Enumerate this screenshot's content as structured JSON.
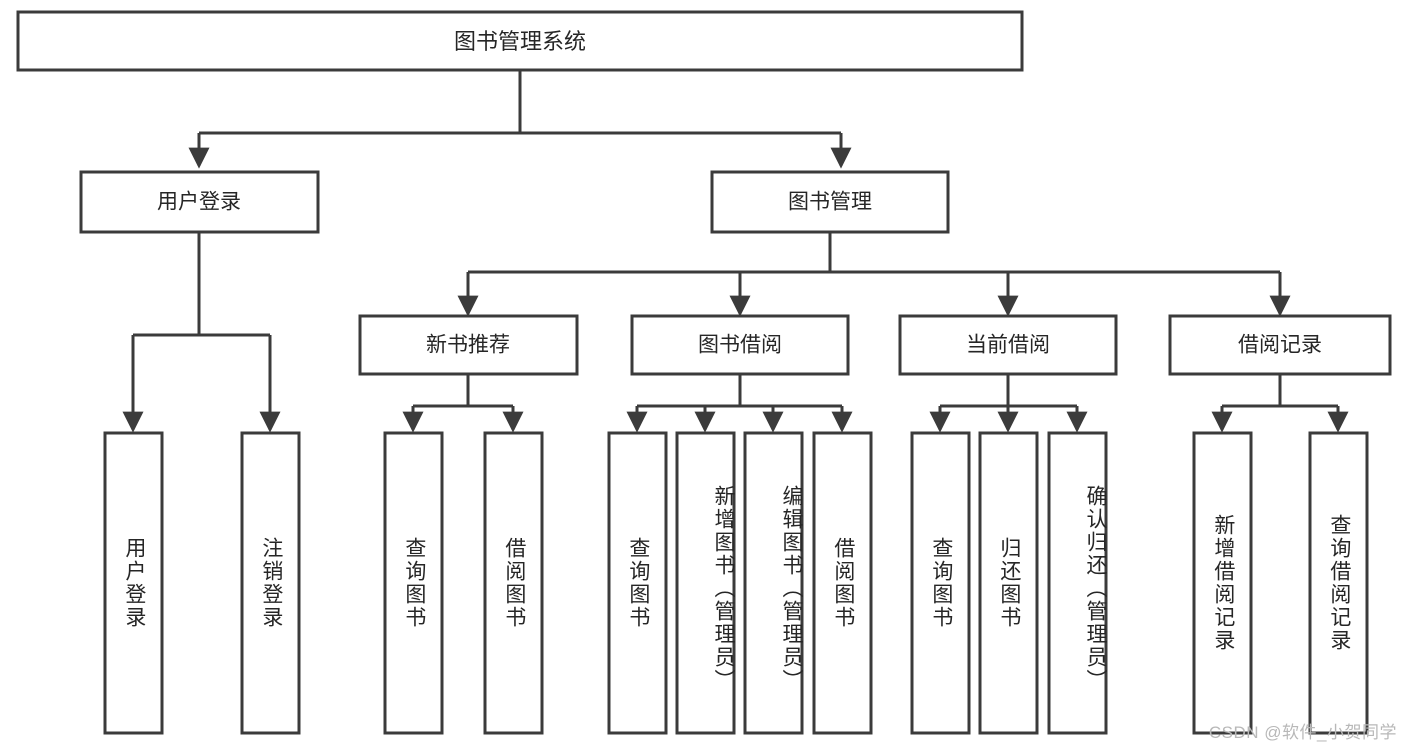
{
  "diagram": {
    "type": "tree-hierarchy-chart",
    "title": "图书管理系统",
    "background_color": "#ffffff",
    "line_color": "#3b3b3b",
    "text_color": "#262626",
    "levels": {
      "level1": [
        {
          "id": "root",
          "label": "图书管理系统"
        }
      ],
      "level2": [
        {
          "id": "user-login",
          "label": "用户登录",
          "parent": "root"
        },
        {
          "id": "book-manage",
          "label": "图书管理",
          "parent": "root"
        }
      ],
      "level3": [
        {
          "id": "new-book-rec",
          "label": "新书推荐",
          "parent": "book-manage"
        },
        {
          "id": "book-borrow",
          "label": "图书借阅",
          "parent": "book-manage"
        },
        {
          "id": "current-borrow",
          "label": "当前借阅",
          "parent": "book-manage"
        },
        {
          "id": "borrow-record",
          "label": "借阅记录",
          "parent": "book-manage"
        }
      ],
      "leaves": [
        {
          "id": "leaf-user-login",
          "label": "用户登录",
          "parent": "user-login"
        },
        {
          "id": "leaf-logout",
          "label": "注销登录",
          "parent": "user-login"
        },
        {
          "id": "leaf-query-book-1",
          "label": "查询图书",
          "parent": "new-book-rec"
        },
        {
          "id": "leaf-borrow-book-1",
          "label": "借阅图书",
          "parent": "new-book-rec"
        },
        {
          "id": "leaf-query-book-2",
          "label": "查询图书",
          "parent": "book-borrow"
        },
        {
          "id": "leaf-add-book",
          "label": "新增图书（管理员）",
          "parent": "book-borrow"
        },
        {
          "id": "leaf-edit-book",
          "label": "编辑图书（管理员）",
          "parent": "book-borrow"
        },
        {
          "id": "leaf-borrow-book-2",
          "label": "借阅图书",
          "parent": "book-borrow"
        },
        {
          "id": "leaf-query-book-3",
          "label": "查询图书",
          "parent": "current-borrow"
        },
        {
          "id": "leaf-return-book",
          "label": "归还图书",
          "parent": "current-borrow"
        },
        {
          "id": "leaf-confirm-return",
          "label": "确认归还（管理员）",
          "parent": "current-borrow"
        },
        {
          "id": "leaf-add-record",
          "label": "新增借阅记录",
          "parent": "borrow-record"
        },
        {
          "id": "leaf-query-record",
          "label": "查询借阅记录",
          "parent": "borrow-record"
        }
      ]
    }
  },
  "watermark": {
    "text": "CSDN @软件_小贺同学"
  }
}
